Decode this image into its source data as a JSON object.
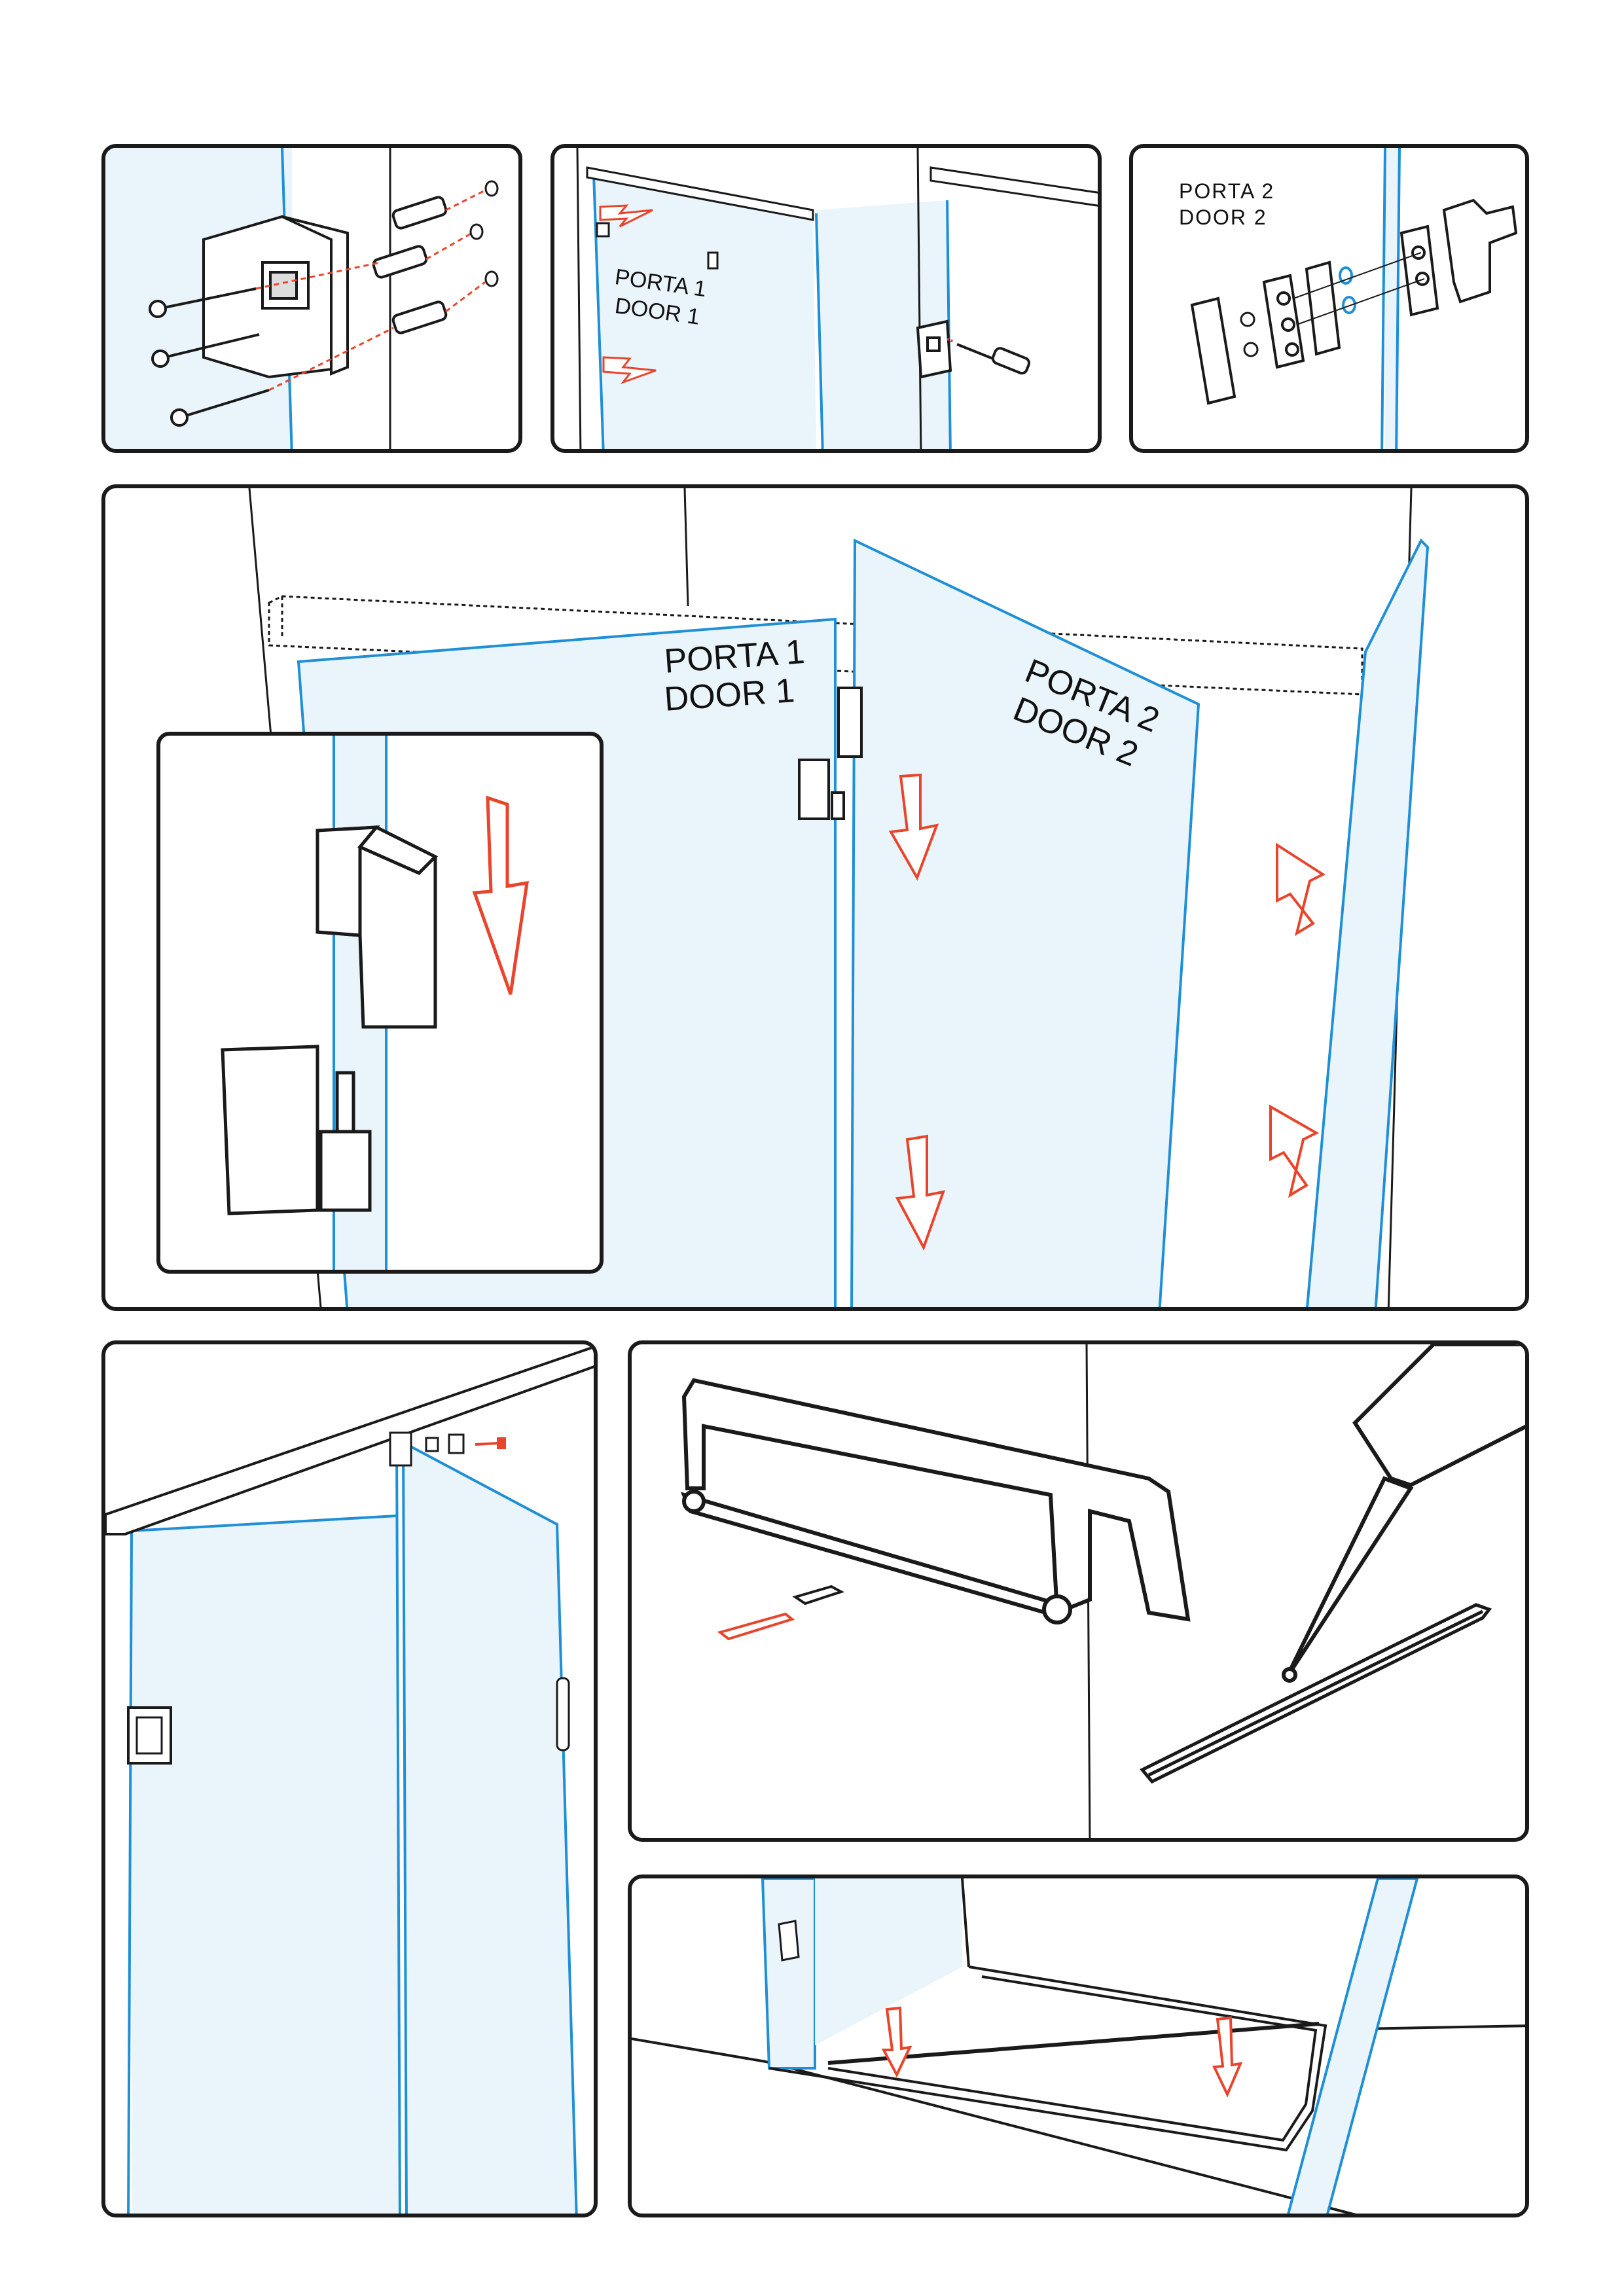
{
  "colors": {
    "outline": "#1a1a1a",
    "glass_fill": "#eaf4fb",
    "glass_edge": "#1f8fd6",
    "arrow": "#e8452c",
    "guide": "#e8452c"
  },
  "labels": {
    "panel2": {
      "line1": "PORTA 1",
      "line2": "DOOR 1"
    },
    "panel3": {
      "line1": "PORTA 2",
      "line2": "DOOR 2"
    },
    "panel4": {
      "door1_line1": "PORTA 1",
      "door1_line2": "DOOR 1",
      "door2_line1": "PORTA 2",
      "door2_line2": "DOOR 2"
    }
  },
  "icons": [
    "screw-icon",
    "wall-plug-icon",
    "hinge-bracket-icon",
    "screwdriver-icon",
    "hinge-plate-icon",
    "washer-icon",
    "hacksaw-icon",
    "silicone-tube-icon",
    "profile-strip-icon",
    "direction-arrow-icon"
  ]
}
